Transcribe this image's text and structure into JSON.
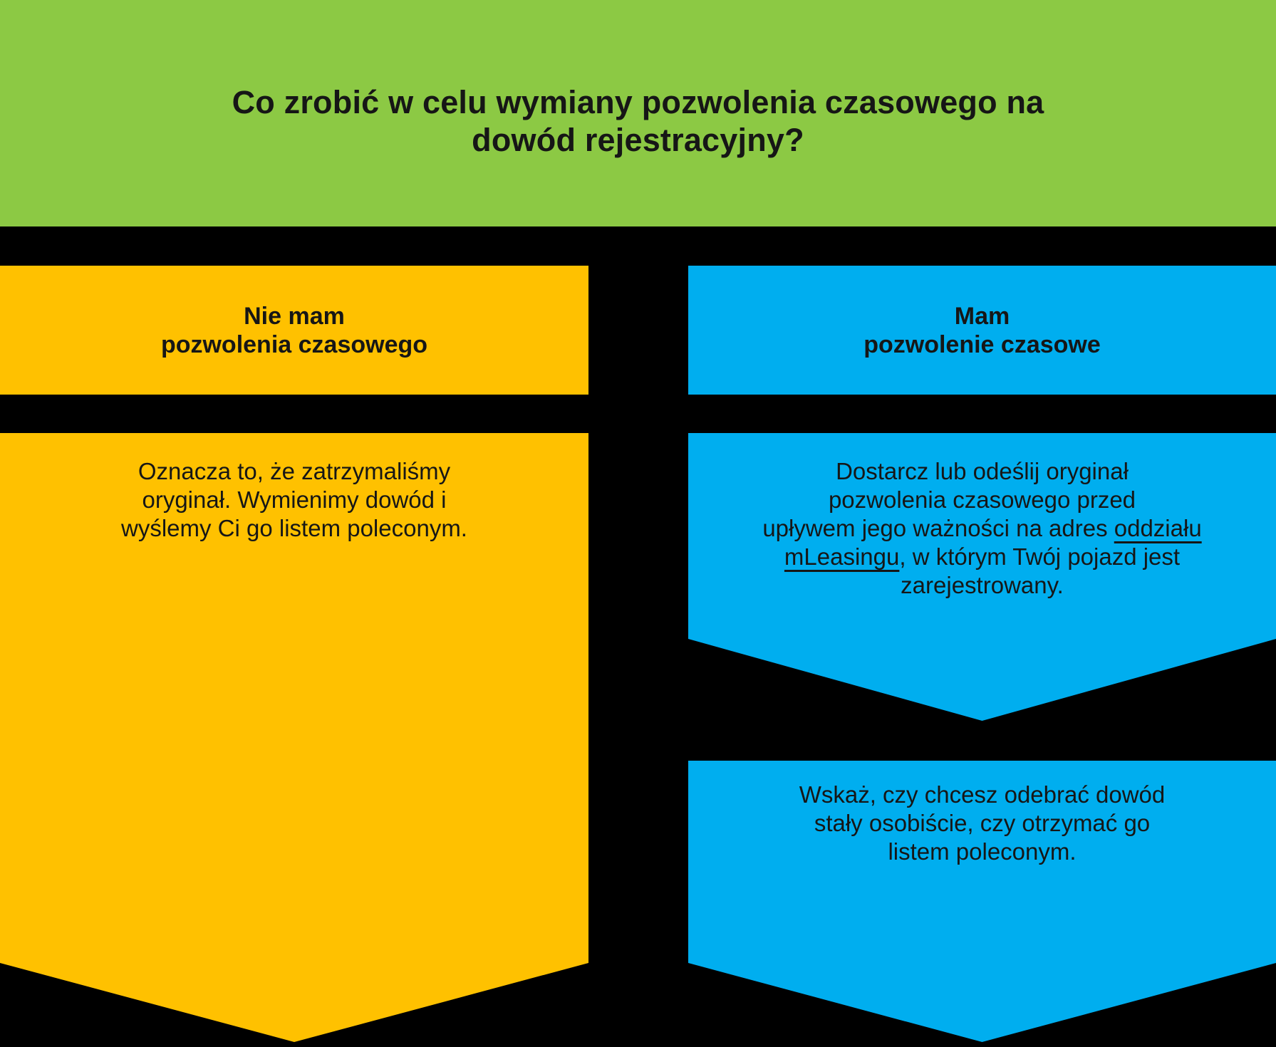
{
  "colors": {
    "green": "#8CC944",
    "yellow": "#FFC100",
    "blue": "#00AEEF",
    "ink": "#161616",
    "bg": "#000000"
  },
  "banner": {
    "title_lines": [
      "Co zrobić w celu wymiany pozwolenia czasowego na",
      "dowód rejestracyjny?"
    ]
  },
  "left_column": {
    "header_lines": [
      "Nie mam",
      "pozwolenia czasowego"
    ],
    "body_lines": [
      "Oznacza to, że zatrzymaliśmy",
      "oryginał. Wymienimy dowód i",
      "wyślemy Ci go listem poleconym."
    ]
  },
  "right_column": {
    "header_lines": [
      "Mam",
      "pozwolenie czasowe"
    ],
    "step1": {
      "lines_top": [
        "Dostarcz lub odeślij oryginał",
        "pozwolenia czasowego przed",
        "upływem jego ważności na adres"
      ],
      "link_text": "oddziału mLeasingu",
      "link_suffix": ", w którym Twój",
      "last_line": "pojazd jest zarejestrowany."
    },
    "step2_lines": [
      "Wskaż, czy chcesz odebrać dowód",
      "stały osobiście, czy otrzymać go",
      "listem poleconym."
    ]
  }
}
